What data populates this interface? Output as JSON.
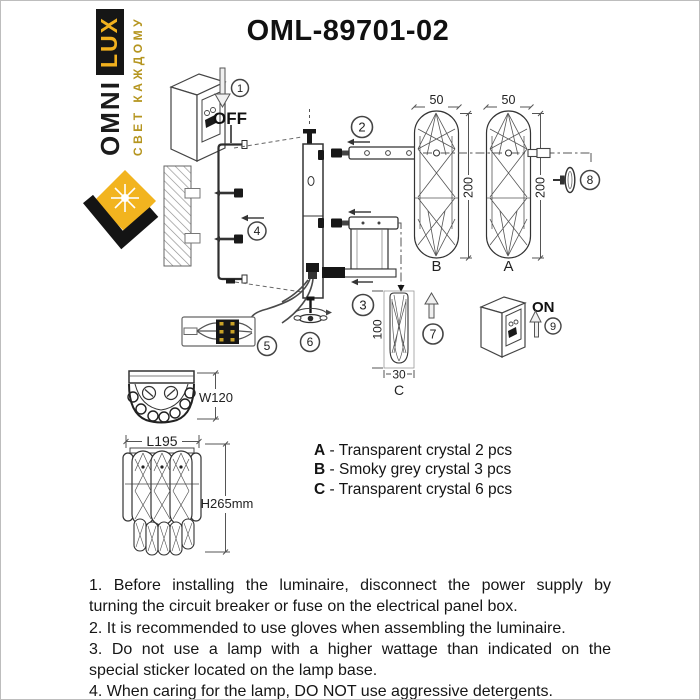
{
  "page": {
    "title": "OML-89701-02"
  },
  "logo": {
    "brand_lux": "LUX",
    "brand_omni": "OMNI",
    "tagline": "СВЕТ КАЖДОМУ",
    "colors": {
      "brand_yellow": "#F2B11E",
      "brand_black": "#161616",
      "tagline_gold": "#B5951F"
    }
  },
  "steps": {
    "n1": "1",
    "n2": "2",
    "n3": "3",
    "n4": "4",
    "n5": "5",
    "n6": "6",
    "n7": "7",
    "n8": "8",
    "n9": "9",
    "off": "OFF",
    "on": "ON"
  },
  "crystals": {
    "a": {
      "label": "A",
      "width": "50",
      "height": "200"
    },
    "b": {
      "label": "B",
      "width": "50",
      "height": "200"
    },
    "c": {
      "label": "C",
      "width": "30",
      "height": "100"
    }
  },
  "product_dimensions": {
    "top_width": "W120",
    "front_length": "L195",
    "front_height": "H265mm"
  },
  "legend": {
    "rows": [
      {
        "key": "A",
        "desc": " - Transparent crystal 2 pcs"
      },
      {
        "key": "B",
        "desc": " - Smoky grey crystal 3 pcs"
      },
      {
        "key": "C",
        "desc": " - Transparent crystal 6 pcs"
      }
    ]
  },
  "instructions": {
    "lines": [
      {
        "text": "1. Before installing the luminaire, disconnect the power supply by"
      },
      {
        "text": "turning the circuit breaker or fuse on the electrical panel box."
      },
      {
        "text": "2. It is recommended to use gloves when assembling the luminaire."
      },
      {
        "text": "3. Do not use a lamp with a higher wattage than indicated on the"
      },
      {
        "text": "special sticker located on the lamp base."
      },
      {
        "text": "4. When caring for the lamp, DO NOT use aggressive detergents."
      }
    ]
  }
}
